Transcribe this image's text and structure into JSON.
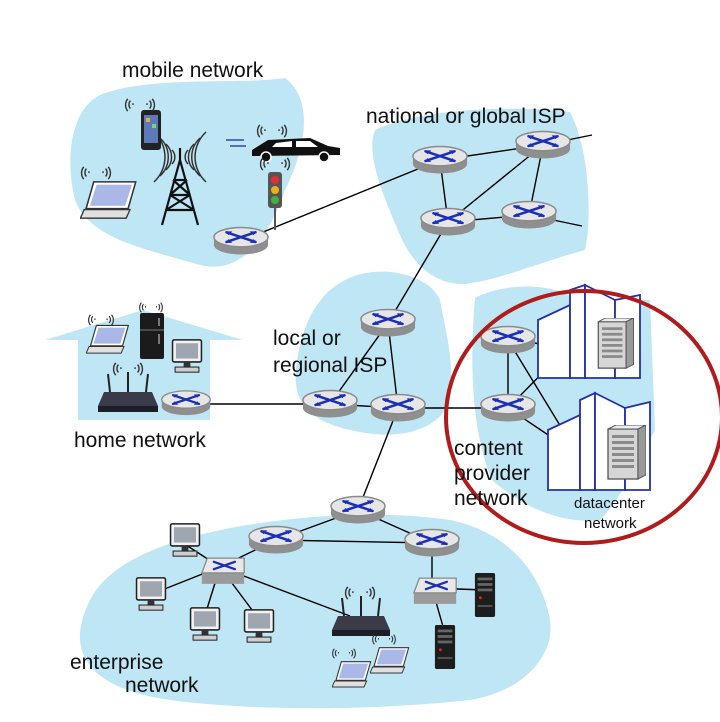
{
  "labels": {
    "mobile_network": "mobile network",
    "national_isp": "national or global ISP",
    "local_isp_line1": "local or",
    "local_isp_line2": "regional ISP",
    "home_network": "home network",
    "content_provider_line1": "content",
    "content_provider_line2": "provider",
    "content_provider_line3": "network",
    "datacenter_line1": "datacenter",
    "datacenter_line2": "network",
    "enterprise_line1": "enterprise",
    "enterprise_line2": "network"
  },
  "colors": {
    "region_fill": "#bfe6f5",
    "router_rim": "#8a8a8a",
    "router_arrows": "#1a2fb8",
    "link": "#000000",
    "highlight_ellipse": "#b01c1c",
    "building_outline": "#2330a8"
  },
  "icons": [
    "router-icon",
    "switch-icon",
    "laptop-icon",
    "smartphone-icon",
    "car-icon",
    "traffic-light-icon",
    "cell-tower-icon",
    "fridge-icon",
    "wifi-router-icon",
    "desktop-icon",
    "server-icon",
    "building-icon"
  ]
}
